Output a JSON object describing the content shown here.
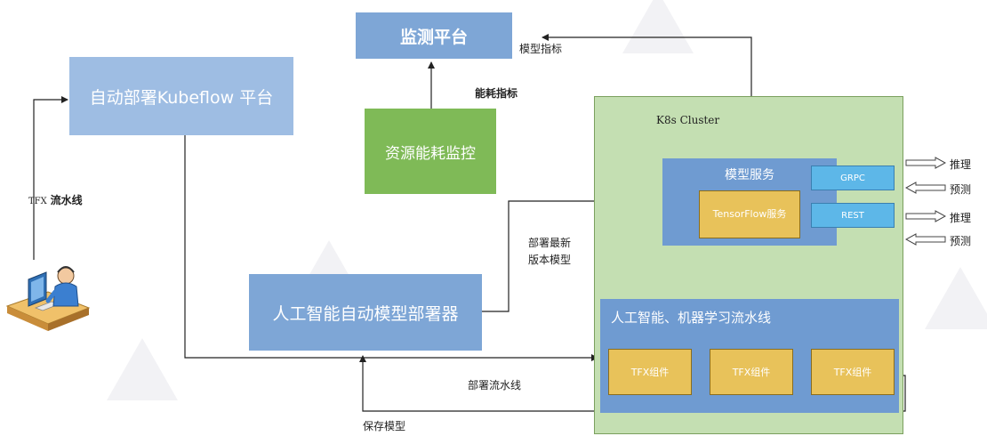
{
  "nodes": {
    "monitor_platform": "监测平台",
    "auto_deploy_kubeflow": "自动部署Kubeflow 平台",
    "resource_monitor": "资源能耗监控",
    "ai_deployer": "人工智能自动模型部署器",
    "k8s_cluster": "K8s Cluster",
    "model_service": "模型服务",
    "tf_serving": "TensorFlow服务",
    "grpc": "GRPC",
    "rest": "REST",
    "ml_pipeline": "人工智能、机器学习流水线",
    "tfx_components": [
      "TFX组件",
      "TFX组件",
      "TFX组件"
    ]
  },
  "edge_labels": {
    "model_metrics": "模型指标",
    "energy_metrics": "能耗指标",
    "tfx_pipeline_prefix": "TFX",
    "tfx_pipeline_suffix": "流水线",
    "deploy_latest_line1": "部署最新",
    "deploy_latest_line2": "版本模型",
    "deploy_pipeline": "部署流水线",
    "save_model": "保存模型"
  },
  "io": [
    "推理",
    "预测",
    "推理",
    "预测"
  ],
  "colors": {
    "blue_box": "#7ea6d6",
    "green_box": "#7fba57",
    "cluster_bg": "#c4dfb2",
    "cluster_border": "#7ba05e",
    "inner_blue": "#6f9bd1",
    "yellow_box": "#e8c25a",
    "yellow_border": "#8a6d1e",
    "grpc_box": "#5db7e8"
  },
  "icons": [
    "user-at-computer-icon"
  ]
}
